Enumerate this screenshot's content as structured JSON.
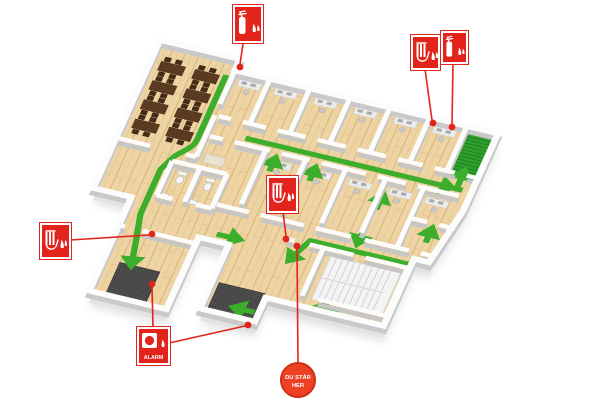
{
  "signs": [
    {
      "id": "fire-extinguisher-top",
      "type": "fire-extinguisher-sign",
      "icon": "fire-extinguisher-icon"
    },
    {
      "id": "fire-hose-top-right",
      "type": "fire-hose-sign",
      "icon": "fire-hose-reel-icon"
    },
    {
      "id": "fire-extinguisher-top-right",
      "type": "fire-extinguisher-sign",
      "icon": "fire-extinguisher-icon"
    },
    {
      "id": "fire-hose-center",
      "type": "fire-hose-sign",
      "icon": "fire-hose-reel-icon"
    },
    {
      "id": "fire-hose-left",
      "type": "fire-hose-sign",
      "icon": "fire-hose-reel-icon"
    },
    {
      "id": "alarm-call-point",
      "type": "alarm-sign",
      "icon": "alarm-bell-icon",
      "label": "ALARM"
    },
    {
      "id": "you-are-here",
      "type": "you-are-here-marker",
      "label_line1": "DU STÅR",
      "label_line2": "HER"
    }
  ],
  "features": {
    "escape_route_icon": "green-escape-route-arrow",
    "emergency_stairs_icon": "green-emergency-staircase",
    "main_stairs_icon": "main-staircase",
    "exit_mat_icon": "entrance-exit-mat"
  },
  "colors": {
    "safety_red": "#e2241c",
    "marker_red": "#ee4023",
    "route_green": "#3cae2b",
    "stairs_green": "#2e9e2e",
    "wall_white": "#fcfcfc",
    "wall_shade": "#c6c6c6",
    "mat_dark": "#454545"
  }
}
